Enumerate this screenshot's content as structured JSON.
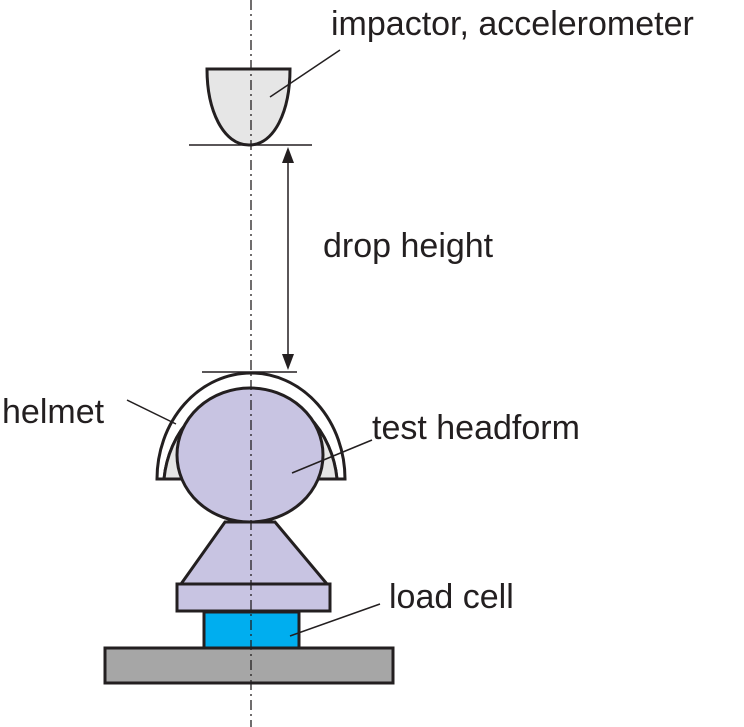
{
  "labels": {
    "impactor": "impactor, accelerometer",
    "drop_height": "drop height",
    "helmet": "helmet",
    "headform": "test headform",
    "load_cell": "load cell"
  },
  "colors": {
    "headform": "#c8c4e2",
    "impactor": "#e6e6e6",
    "helmet_liner": "#e6e6e6",
    "load_cell": "#00aeef",
    "ground": "#a6a6a6",
    "stroke": "#231f20"
  }
}
